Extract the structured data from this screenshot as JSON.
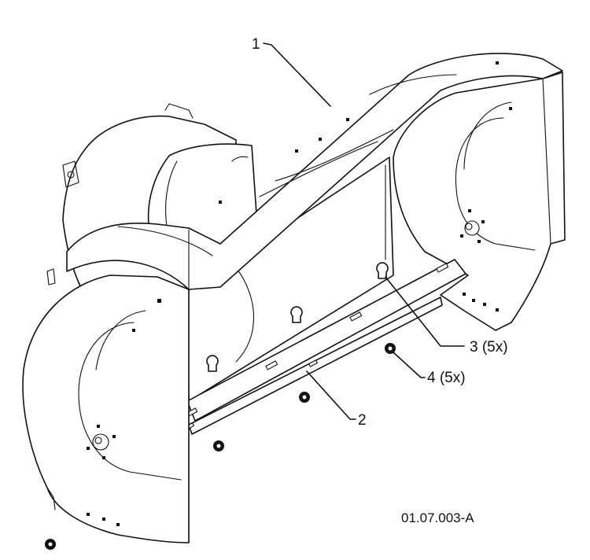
{
  "callouts": [
    {
      "id": "1",
      "label": "1"
    },
    {
      "id": "2",
      "label": "2"
    },
    {
      "id": "3",
      "label": "3 (5x)"
    },
    {
      "id": "4",
      "label": "4 (5x)"
    }
  ],
  "reference_code": "01.07.003-A"
}
